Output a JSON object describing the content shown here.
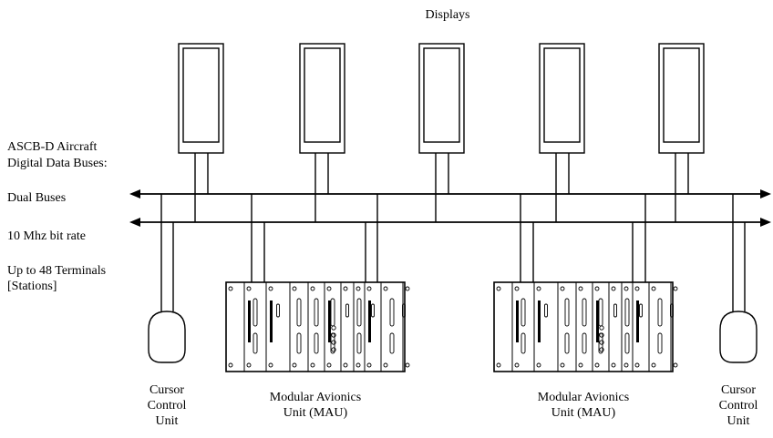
{
  "title": "Displays",
  "bus_description": {
    "line1": "ASCB-D Aircraft",
    "line2": "Digital Data Buses:",
    "bus_type": "Dual Buses",
    "bit_rate": "10 Mhz bit rate",
    "terminals_line1": "Up to 48 Terminals",
    "terminals_line2": "[Stations]"
  },
  "display_count": 5,
  "left_cursor_unit": {
    "line1": "Cursor",
    "line2": "Control",
    "line3": "Unit"
  },
  "right_cursor_unit": {
    "line1": "Cursor",
    "line2": "Control",
    "line3": "Unit"
  },
  "left_mau": {
    "line1": "Modular Avionics",
    "line2": "Unit (MAU)"
  },
  "right_mau": {
    "line1": "Modular Avionics",
    "line2": "Unit (MAU)"
  }
}
